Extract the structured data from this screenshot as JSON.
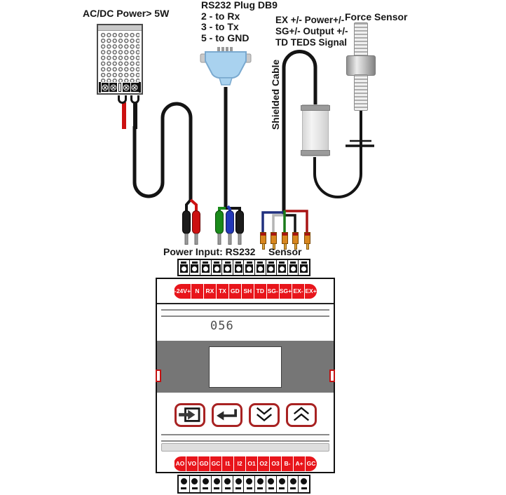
{
  "labels": {
    "ac_dc_power": "AC/DC Power> 5W",
    "power_input": "Power Input: RS232",
    "sensor": "Sensor",
    "shielded_cable": "Shielded Cable",
    "force_sensor": "Force Sensor"
  },
  "rs232": {
    "title": "RS232 Plug DB9",
    "pins": [
      "2 - to Rx",
      "3 - to Tx",
      "5 - to GND"
    ]
  },
  "sensor_signals": [
    "EX +/- Power+/-",
    "SG+/- Output +/-",
    "TD TEDS Signal"
  ],
  "device": {
    "model_display": "056",
    "top_terminals": [
      "-24V+",
      "N",
      "RX",
      "TX",
      "GD",
      "SH",
      "TD",
      "SG-",
      "SG+",
      "EX-",
      "EX+"
    ],
    "bottom_terminals": [
      "AO",
      "VO",
      "GD",
      "GC",
      "I1",
      "I2",
      "O1",
      "O2",
      "O3",
      "B-",
      "A+",
      "GC"
    ],
    "button_icons": [
      "input-icon",
      "enter-icon",
      "scroll-down-icon",
      "scroll-up-icon"
    ]
  },
  "colors": {
    "accent_red": "#cc1111",
    "terminal_band_red": "#e8151b",
    "button_border_red": "#a82222",
    "db9_blue": "#a9d2ef",
    "wire_green": "#1a8a1a",
    "wire_blue": "#2338b8",
    "sensor_wire_blue": "#20307f",
    "sensor_wire_red": "#a81313",
    "sensor_wire_gray": "#b5b5b5",
    "ferrule_orange": "#d8861e",
    "panel_gray": "#767676"
  }
}
